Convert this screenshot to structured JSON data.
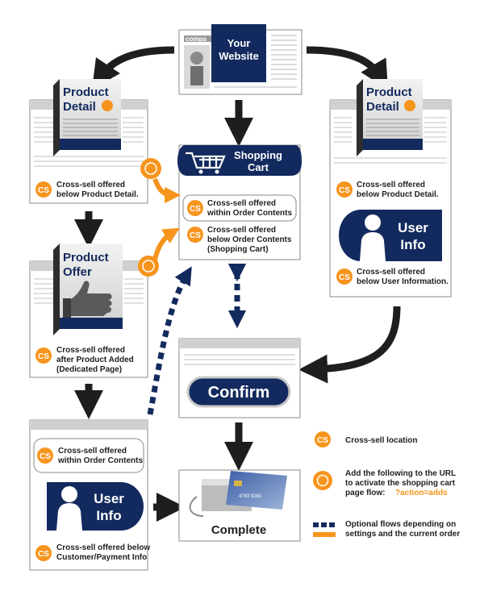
{
  "colors": {
    "navy": "#132a5e",
    "orange": "#f7941d",
    "arrow": "#1e1e1e",
    "panel_border": "#8a8a8a",
    "panel_header": "#cfcfcf"
  },
  "website": {
    "line1": "Your",
    "line2": "Website",
    "logo": "compa"
  },
  "product_detail_box": {
    "line1": "Product",
    "line2": "Detail"
  },
  "product_offer_box": {
    "line1": "Product",
    "line2": "Offer"
  },
  "cs_badge": "CS",
  "panels": {
    "left_detail": {
      "l1": "Cross-sell offered",
      "l2": "below Product Detail."
    },
    "right_detail": {
      "l1": "Cross-sell offered",
      "l2": "below Product Detail."
    },
    "right_user": {
      "l1": "Cross-sell offered",
      "l2": "below User Information."
    },
    "offer": {
      "l1": "Cross-sell offered",
      "l2": "after Product Added",
      "l3": "(Dedicated Page)"
    },
    "cart_within": {
      "l1": "Cross-sell offered",
      "l2": "within Order Contents"
    },
    "cart_below": {
      "l1": "Cross-sell offered",
      "l2": "below Order Contents",
      "l3": "(Shopping Cart)"
    },
    "bottom_within": {
      "l1": "Cross-sell offered",
      "l2": "within Order Contents"
    },
    "bottom_below": {
      "l1": "Cross-sell offered below",
      "l2": "Customer/Payment Info"
    }
  },
  "shopping_cart": {
    "line1": "Shopping",
    "line2": "Cart"
  },
  "user_info": {
    "line1": "User",
    "line2": "Info"
  },
  "confirm_button": "Confirm",
  "complete_label": "Complete",
  "card_text": "4783 9281",
  "legend": {
    "cs_location": "Cross-sell location",
    "url_l1": "Add the following to the URL",
    "url_l2": "to activate the shopping cart",
    "url_l3": "page flow:",
    "url_code": "?action=adds",
    "optional_l1": "Optional flows depending on",
    "optional_l2": "settings and the current order"
  }
}
